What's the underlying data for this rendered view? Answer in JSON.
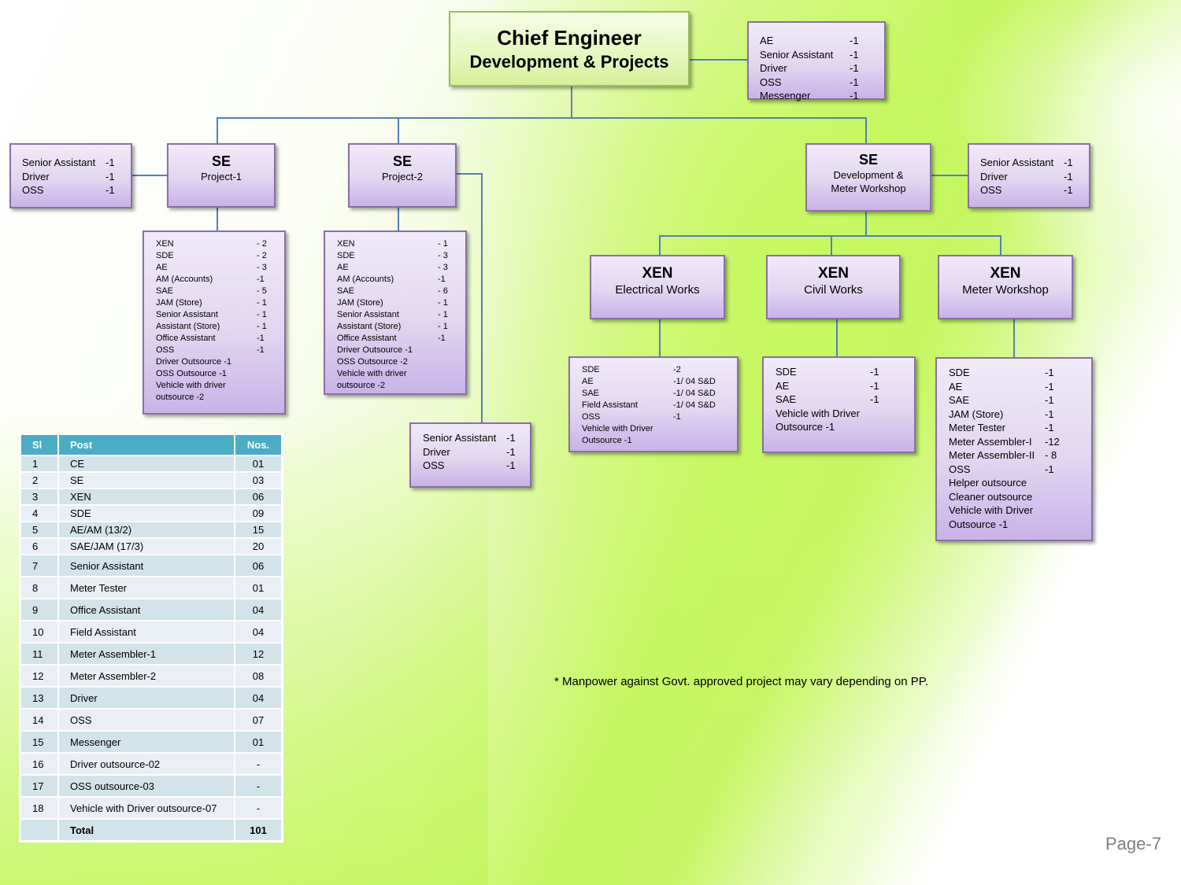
{
  "chief": {
    "title": "Chief Engineer",
    "subtitle": "Development & Projects",
    "staff": [
      {
        "post": "AE",
        "count": "-1"
      },
      {
        "post": "Senior Assistant",
        "count": "-1"
      },
      {
        "post": "Driver",
        "count": "-1"
      },
      {
        "post": "OSS",
        "count": "-1"
      },
      {
        "post": "Messenger",
        "count": "-1"
      }
    ]
  },
  "se_project1": {
    "title": "SE",
    "subtitle": "Project-1",
    "side_staff": [
      {
        "post": "Senior Assistant",
        "count": "-1"
      },
      {
        "post": "Driver",
        "count": "-1"
      },
      {
        "post": "OSS",
        "count": "-1"
      }
    ],
    "staff": [
      {
        "post": "XEN",
        "count": "- 2"
      },
      {
        "post": "SDE",
        "count": "- 2"
      },
      {
        "post": "AE",
        "count": "- 3"
      },
      {
        "post": "AM (Accounts)",
        "count": "-1"
      },
      {
        "post": "SAE",
        "count": "- 5"
      },
      {
        "post": "JAM (Store)",
        "count": "- 1"
      },
      {
        "post": "Senior Assistant",
        "count": "- 1"
      },
      {
        "post": "Assistant (Store)",
        "count": "- 1"
      },
      {
        "post": "Office Assistant",
        "count": "-1"
      },
      {
        "post": "OSS",
        "count": "-1"
      },
      {
        "post": "Driver Outsource -1",
        "count": ""
      },
      {
        "post": "OSS Outsource -1",
        "count": ""
      },
      {
        "post": "Vehicle with driver",
        "count": ""
      },
      {
        "post": "outsource -2",
        "count": ""
      }
    ]
  },
  "se_project2": {
    "title": "SE",
    "subtitle": "Project-2",
    "side_staff": [
      {
        "post": "Senior Assistant",
        "count": "-1"
      },
      {
        "post": "Driver",
        "count": "-1"
      },
      {
        "post": "OSS",
        "count": "-1"
      }
    ],
    "staff": [
      {
        "post": "XEN",
        "count": "- 1"
      },
      {
        "post": "SDE",
        "count": "- 3"
      },
      {
        "post": "AE",
        "count": "- 3"
      },
      {
        "post": "AM (Accounts)",
        "count": "-1"
      },
      {
        "post": "SAE",
        "count": "- 6"
      },
      {
        "post": "JAM (Store)",
        "count": "- 1"
      },
      {
        "post": "Senior Assistant",
        "count": "- 1"
      },
      {
        "post": "Assistant (Store)",
        "count": "- 1"
      },
      {
        "post": "Office Assistant",
        "count": "-1"
      },
      {
        "post": "Driver Outsource -1",
        "count": ""
      },
      {
        "post": "OSS Outsource -2",
        "count": ""
      },
      {
        "post": "Vehicle with driver",
        "count": ""
      },
      {
        "post": "outsource -2",
        "count": ""
      }
    ]
  },
  "se_dev": {
    "title": "SE",
    "subtitle_line1": "Development &",
    "subtitle_line2": "Meter Workshop",
    "side_staff": [
      {
        "post": "Senior Assistant",
        "count": "-1"
      },
      {
        "post": "Driver",
        "count": "-1"
      },
      {
        "post": "OSS",
        "count": "-1"
      }
    ]
  },
  "xen_electrical": {
    "title": "XEN",
    "subtitle": "Electrical Works",
    "staff": [
      {
        "post": "SDE",
        "count": "-2"
      },
      {
        "post": "AE",
        "count": "-1/ 04 S&D"
      },
      {
        "post": "SAE",
        "count": "-1/ 04 S&D"
      },
      {
        "post": "Field Assistant",
        "count": "-1/ 04 S&D"
      },
      {
        "post": "OSS",
        "count": "-1"
      },
      {
        "post": "Vehicle with Driver",
        "count": ""
      },
      {
        "post": "Outsource -1",
        "count": ""
      }
    ]
  },
  "xen_civil": {
    "title": "XEN",
    "subtitle": "Civil Works",
    "staff": [
      {
        "post": "SDE",
        "count": "-1"
      },
      {
        "post": "AE",
        "count": "-1"
      },
      {
        "post": "SAE",
        "count": "-1"
      },
      {
        "post": "Vehicle with Driver",
        "count": ""
      },
      {
        "post": "Outsource -1",
        "count": ""
      }
    ]
  },
  "xen_meter": {
    "title": "XEN",
    "subtitle": "Meter Workshop",
    "staff": [
      {
        "post": "SDE",
        "count": "-1"
      },
      {
        "post": "AE",
        "count": "-1"
      },
      {
        "post": "SAE",
        "count": "-1"
      },
      {
        "post": "JAM  (Store)",
        "count": "-1"
      },
      {
        "post": "Meter Tester",
        "count": "-1"
      },
      {
        "post": "Meter Assembler-I",
        "count": "-12"
      },
      {
        "post": "Meter Assembler-II",
        "count": "- 8"
      },
      {
        "post": "OSS",
        "count": "-1"
      },
      {
        "post": "Helper outsource",
        "count": ""
      },
      {
        "post": "Cleaner outsource",
        "count": ""
      },
      {
        "post": "Vehicle with Driver",
        "count": ""
      },
      {
        "post": "Outsource -1",
        "count": ""
      }
    ]
  },
  "summary_table": {
    "headers": {
      "sl": "Sl",
      "post": "Post",
      "nos": "Nos."
    },
    "rows": [
      {
        "sl": "1",
        "post": "CE",
        "nos": "01"
      },
      {
        "sl": "2",
        "post": "SE",
        "nos": "03"
      },
      {
        "sl": "3",
        "post": "XEN",
        "nos": "06"
      },
      {
        "sl": "4",
        "post": "SDE",
        "nos": "09"
      },
      {
        "sl": "5",
        "post": "AE/AM (13/2)",
        "nos": "15"
      },
      {
        "sl": "6",
        "post": "SAE/JAM (17/3)",
        "nos": "20"
      },
      {
        "sl": "7",
        "post": "Senior Assistant",
        "nos": "06"
      },
      {
        "sl": "8",
        "post": "Meter Tester",
        "nos": "01"
      },
      {
        "sl": "9",
        "post": "Office Assistant",
        "nos": "04"
      },
      {
        "sl": "10",
        "post": "Field Assistant",
        "nos": "04"
      },
      {
        "sl": "11",
        "post": "Meter Assembler-1",
        "nos": "12"
      },
      {
        "sl": "12",
        "post": "Meter Assembler-2",
        "nos": "08"
      },
      {
        "sl": "13",
        "post": "Driver",
        "nos": "04"
      },
      {
        "sl": "14",
        "post": "OSS",
        "nos": "07"
      },
      {
        "sl": "15",
        "post": "Messenger",
        "nos": "01"
      },
      {
        "sl": "16",
        "post": "Driver outsource-02",
        "nos": "-"
      },
      {
        "sl": "17",
        "post": "OSS outsource-03",
        "nos": "-"
      },
      {
        "sl": "18",
        "post": "Vehicle with Driver outsource-07",
        "nos": "-"
      }
    ],
    "total": {
      "sl": "",
      "post": "Total",
      "nos": "101"
    }
  },
  "footnote": "* Manpower against Govt. approved project may vary depending on PP.",
  "page_label": "Page-7",
  "colors": {
    "connector": "#4f81bd",
    "box_border": "#8a6fa6",
    "ce_border": "#9bbb59",
    "table_header": "#4bacc6",
    "background_accent": "#c4f762"
  }
}
